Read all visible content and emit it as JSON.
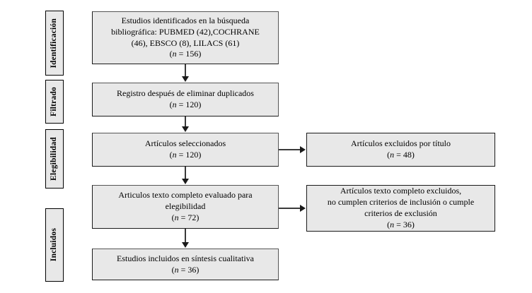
{
  "diagram": {
    "type": "prisma-flow-diagram",
    "language": "es",
    "colors": {
      "box_fill": "#e8e8e8",
      "box_border": "#1a1a1a",
      "connector": "#3a3a3a",
      "background": "#ffffff",
      "text": "#000000"
    },
    "stages": [
      {
        "label": "Identificación"
      },
      {
        "label": "Filtrado"
      },
      {
        "label": "Elegibilidad"
      },
      {
        "label": "Incluidos"
      }
    ],
    "main_boxes": [
      {
        "id": "identified",
        "text": "Estudios identificados en la búsqueda\nbibliográfica: PUBMED (42),COCHRANE\n(46), EBSCO (8), LILACS (61)\n(n = 156)",
        "count": 156,
        "sources": [
          {
            "name": "PUBMED",
            "count": 42
          },
          {
            "name": "COCHRANE",
            "count": 46
          },
          {
            "name": "EBSCO",
            "count": 8
          },
          {
            "name": "LILACS",
            "count": 61
          }
        ]
      },
      {
        "id": "deduplicated",
        "text": "Registro después de eliminar duplicados\n(n = 120)",
        "count": 120
      },
      {
        "id": "screened",
        "text": "Artículos seleccionados\n(n = 120)",
        "count": 120
      },
      {
        "id": "fulltext-assessed",
        "text": "Articulos texto completo evaluado para\nelegibilidad\n(n = 72)",
        "count": 72
      },
      {
        "id": "included-qualitative",
        "text": "Estudios incluidos en síntesis cualitativa\n(n = 36)",
        "count": 36
      }
    ],
    "side_boxes": [
      {
        "id": "excluded-by-title",
        "text": "Artículos excluidos por título\n(n = 48)",
        "count": 48
      },
      {
        "id": "excluded-fulltext",
        "text": "Artículos texto completo excluidos,\nno cumplen criterios de inclusión o cumple\ncriterios de exclusión\n(n = 36)",
        "count": 36
      }
    ]
  }
}
